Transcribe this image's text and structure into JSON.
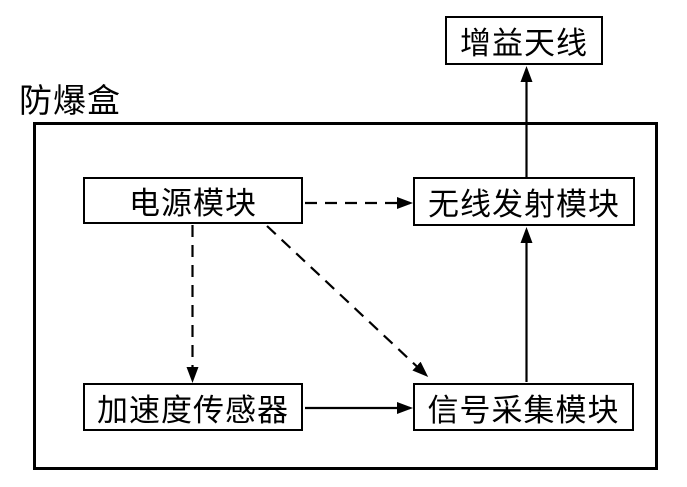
{
  "diagram": {
    "background_color": "#ffffff",
    "line_color": "#000000",
    "outer_container": {
      "label": "防爆盒"
    },
    "nodes": [
      {
        "id": "gain-antenna",
        "label": "增益天线",
        "inside_box": false
      },
      {
        "id": "power-module",
        "label": "电源模块",
        "inside_box": true
      },
      {
        "id": "wireless-tx-module",
        "label": "无线发射模块",
        "inside_box": true
      },
      {
        "id": "accel-sensor",
        "label": "加速度传感器",
        "inside_box": true
      },
      {
        "id": "signal-acq-module",
        "label": "信号采集模块",
        "inside_box": true
      }
    ],
    "edges": [
      {
        "from": "电源模块",
        "to": "无线发射模块",
        "style": "dashed",
        "arrow": "filled-triangle"
      },
      {
        "from": "电源模块",
        "to": "加速度传感器",
        "style": "dashed",
        "arrow": "filled-triangle"
      },
      {
        "from": "电源模块",
        "to": "信号采集模块",
        "style": "dashed",
        "arrow": "filled-triangle"
      },
      {
        "from": "加速度传感器",
        "to": "信号采集模块",
        "style": "solid",
        "arrow": "filled-triangle"
      },
      {
        "from": "信号采集模块",
        "to": "无线发射模块",
        "style": "solid",
        "arrow": "filled-triangle"
      },
      {
        "from": "无线发射模块",
        "to": "增益天线",
        "style": "solid",
        "arrow": "filled-triangle"
      }
    ]
  }
}
